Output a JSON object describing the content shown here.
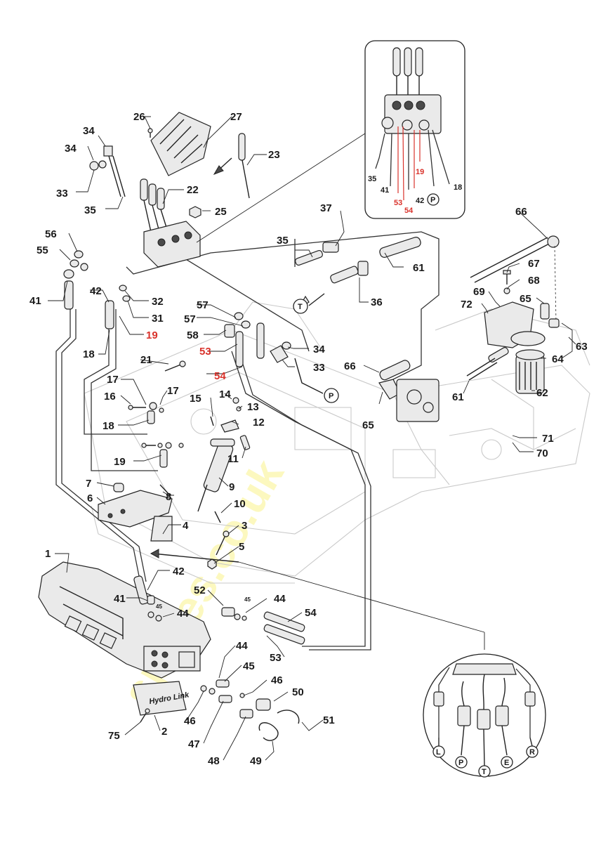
{
  "labels": {
    "l1": "1",
    "l2": "2",
    "l3": "3",
    "l4": "4",
    "l5": "5",
    "l6": "6",
    "l7": "7",
    "l8": "8",
    "l9": "9",
    "l10": "10",
    "l11": "11",
    "l12": "12",
    "l13": "13",
    "l14": "14",
    "l15": "15",
    "l16": "16",
    "l17a": "17",
    "l17b": "17",
    "l18a": "18",
    "l18b": "18",
    "l19a": "19",
    "l19b": "19",
    "l21": "21",
    "l22": "22",
    "l23": "23",
    "l25": "25",
    "l26": "26",
    "l27": "27",
    "l31": "31",
    "l32": "32",
    "l33a": "33",
    "l33b": "33",
    "l34a": "34",
    "l34b": "34",
    "l34c": "34",
    "l35a": "35",
    "l35b": "35",
    "l36": "36",
    "l37": "37",
    "l41a": "41",
    "l41b": "41",
    "l42a": "42",
    "l42b": "42",
    "l44a": "44",
    "l44b": "44",
    "l44c": "44",
    "l45a": "45",
    "l45b": "45",
    "l45c": "45",
    "l46a": "46",
    "l46b": "46",
    "l47": "47",
    "l48": "48",
    "l49": "49",
    "l50": "50",
    "l51": "51",
    "l52": "52",
    "l53a": "53",
    "l53b": "53",
    "l54a": "54",
    "l54b": "54",
    "l55": "55",
    "l56": "56",
    "l57a": "57",
    "l57b": "57",
    "l58": "58",
    "l61a": "61",
    "l61b": "61",
    "l62": "62",
    "l63": "63",
    "l64": "64",
    "l65a": "65",
    "l65b": "65",
    "l66a": "66",
    "l66b": "66",
    "l67": "67",
    "l68": "68",
    "l69": "69",
    "l70": "70",
    "l71": "71",
    "l72": "72",
    "l75": "75"
  },
  "inset_top": {
    "labels": {
      "i35": "35",
      "i41": "41",
      "i53": "53",
      "i54": "54",
      "i42": "42",
      "i19": "19",
      "i18": "18"
    }
  },
  "port_markers": {
    "p_main": "P",
    "t_main": "T",
    "p_inset": "P"
  },
  "inset_bottom": {
    "ports": {
      "L": "L",
      "P": "P",
      "T": "T",
      "E": "E",
      "R": "R"
    }
  },
  "watermark": "spares.co.uk",
  "decals": {
    "hydro_link": "Hydro Link"
  },
  "colors": {
    "red_callout": "#d9322b",
    "line": "#222222",
    "ghost_chassis": "#c9c9c9",
    "watermark": "#f7ec4a"
  }
}
